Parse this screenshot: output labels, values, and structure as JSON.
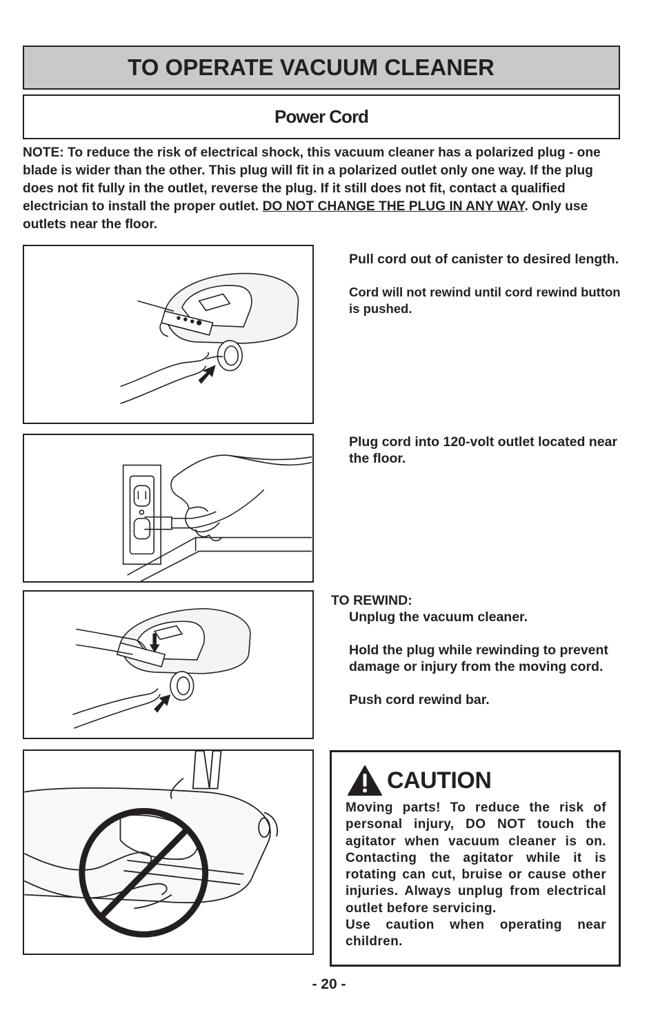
{
  "header": {
    "title": "TO OPERATE VACUUM CLEANER",
    "section": "Power Cord"
  },
  "note": {
    "text": "NOTE: To reduce the risk of electrical shock, this vacuum cleaner has a polarized plug - one blade is wider than the other. This plug will fit in a polarized outlet only one way. If the plug does not fit fully in the outlet, reverse the plug. If it still does not fit, contact a qualified electrician to install the proper outlet. ",
    "emphasis": "DO NOT CHANGE THE PLUG IN ANY WAY",
    "tail": ".  Only use outlets near the floor."
  },
  "step1": {
    "line1": "Pull cord out of canister to desired length.",
    "line2": "Cord will not rewind until cord rewind button is pushed."
  },
  "step2": {
    "line1": "Plug cord into 120-volt outlet located near the floor."
  },
  "rewind": {
    "heading": "TO REWIND:",
    "line1": "Unplug the vacuum cleaner.",
    "line2": "Hold the plug while rewinding to prevent damage or injury from the moving cord.",
    "line3": "Push cord rewind bar."
  },
  "caution": {
    "title": "CAUTION",
    "icon": "warning-triangle-icon",
    "text1": "Moving parts! To reduce the risk of personal injury, DO NOT touch the agitator when vacuum cleaner is on. Contacting the agitator while it is rotating can cut,  bruise or cause other injuries. Always unplug from electrical outlet before servicing.",
    "text2": "Use caution when operating near children."
  },
  "footer": {
    "page": "- 20 -"
  }
}
